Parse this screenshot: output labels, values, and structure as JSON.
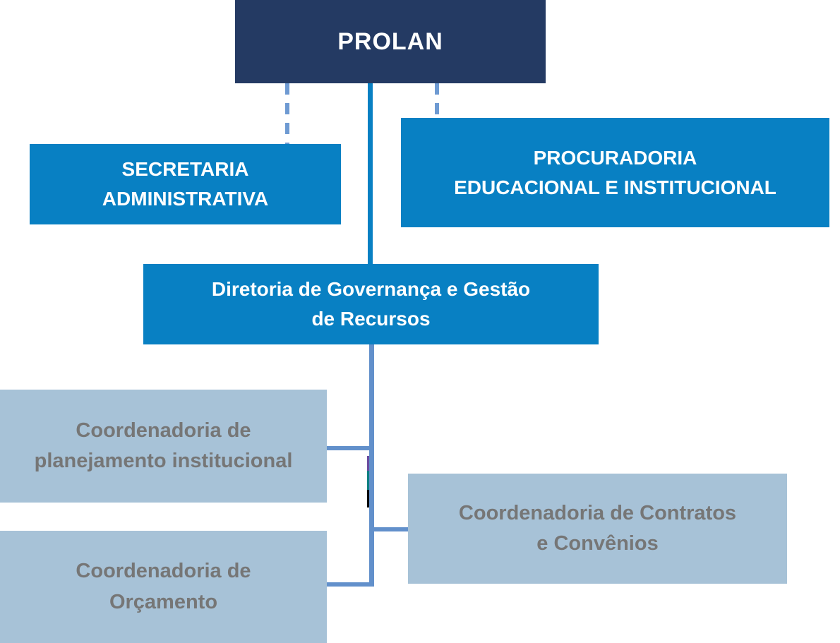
{
  "org_chart": {
    "root": {
      "label": "PROLAN"
    },
    "staff_left": {
      "line1": "SECRETARIA",
      "line2": "ADMINISTRATIVA"
    },
    "staff_right": {
      "line1": "PROCURADORIA",
      "line2": "EDUCACIONAL E INSTITUCIONAL"
    },
    "directorate": {
      "line1": "Diretoria de Governança e Gestão",
      "line2": "de Recursos"
    },
    "coordinations": [
      {
        "line1": "Coordenadoria de",
        "line2": "planejamento institucional"
      },
      {
        "line1": "Coordenadoria de Contratos",
        "line2": "e Convênios"
      },
      {
        "line1": "Coordenadoria de",
        "line2": "Orçamento"
      }
    ],
    "colors": {
      "root_bg": "#243A63",
      "level2_bg": "#0880C3",
      "level3_bg": "#A7C2D7",
      "level3_text": "#767676",
      "connector_solid": "#0880C3",
      "connector_dashed": "#6E9AD2",
      "connector_lower": "#6290CB",
      "artifact_purple": "#6A4C9F",
      "artifact_teal": "#0E7F81",
      "artifact_black": "#000000"
    }
  }
}
